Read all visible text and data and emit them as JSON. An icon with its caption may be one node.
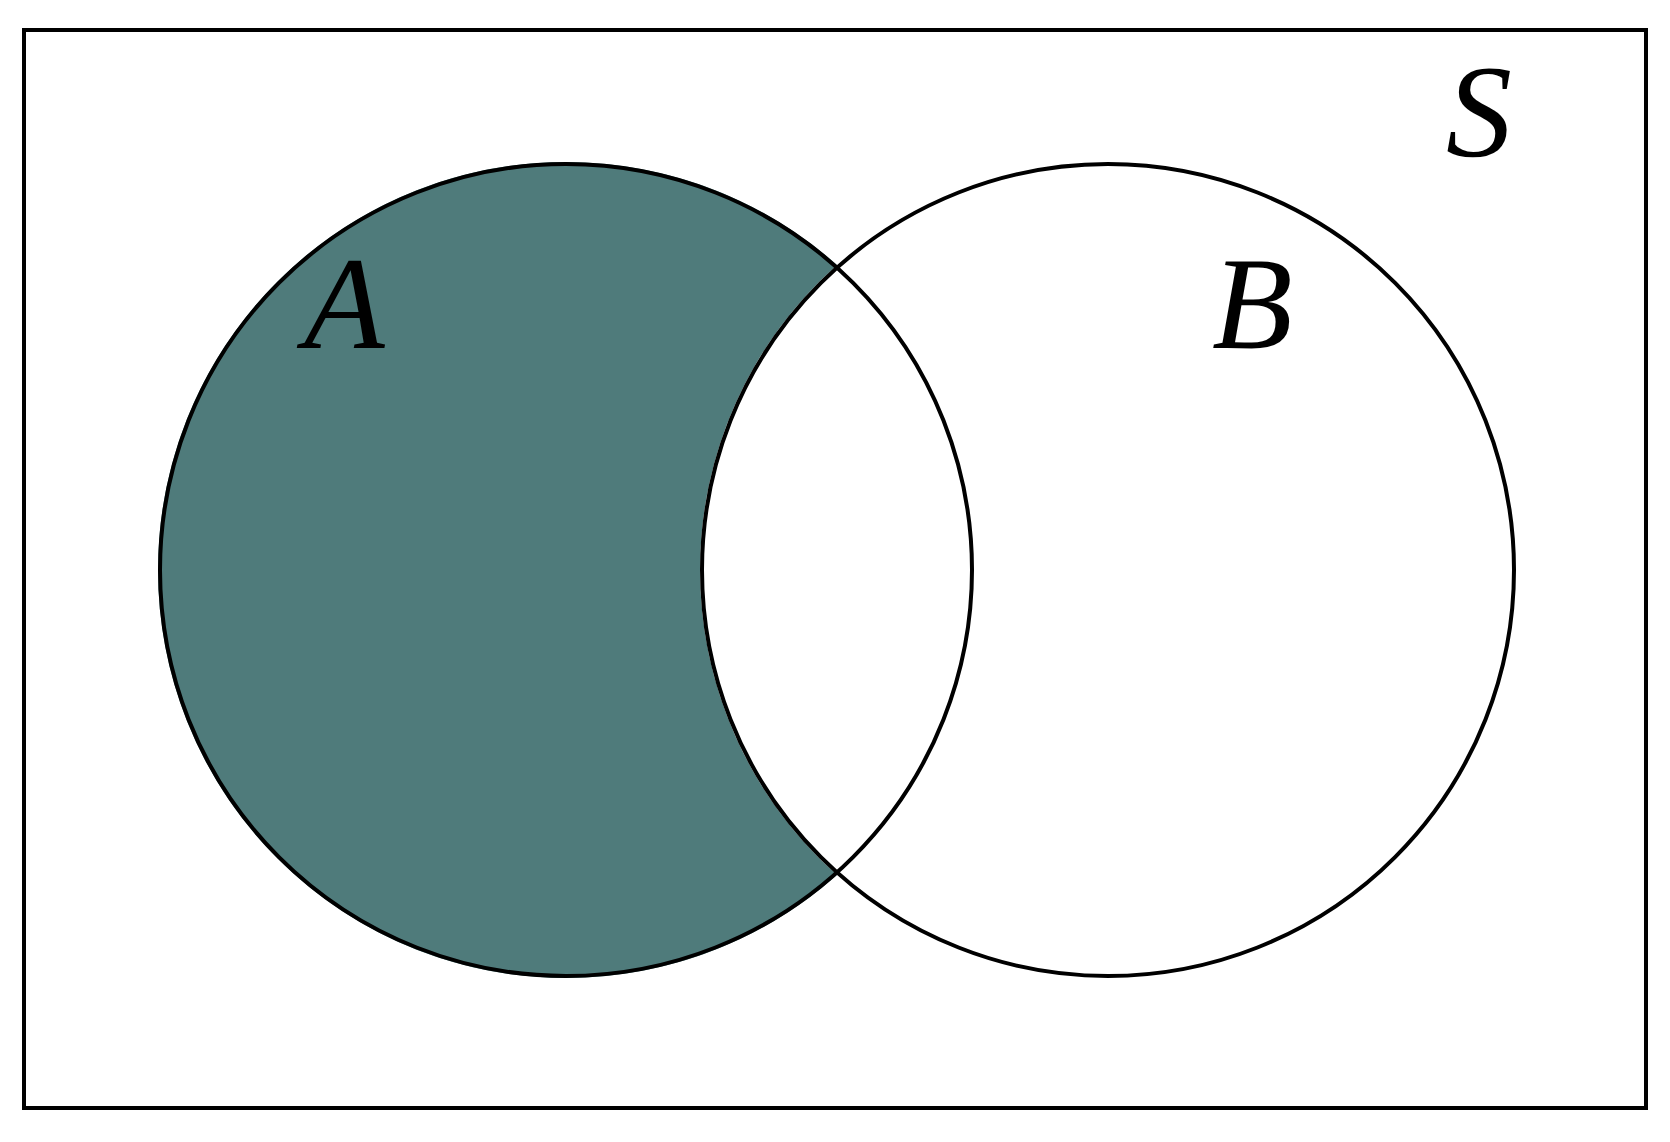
{
  "diagram": {
    "nodes": [
      {
        "text": [
          "S"
        ]
      },
      {
        "text": [
          "A"
        ],
        "in": 0
      },
      {
        "text": [
          "B"
        ],
        "in": 0
      }
    ]
  }
}
